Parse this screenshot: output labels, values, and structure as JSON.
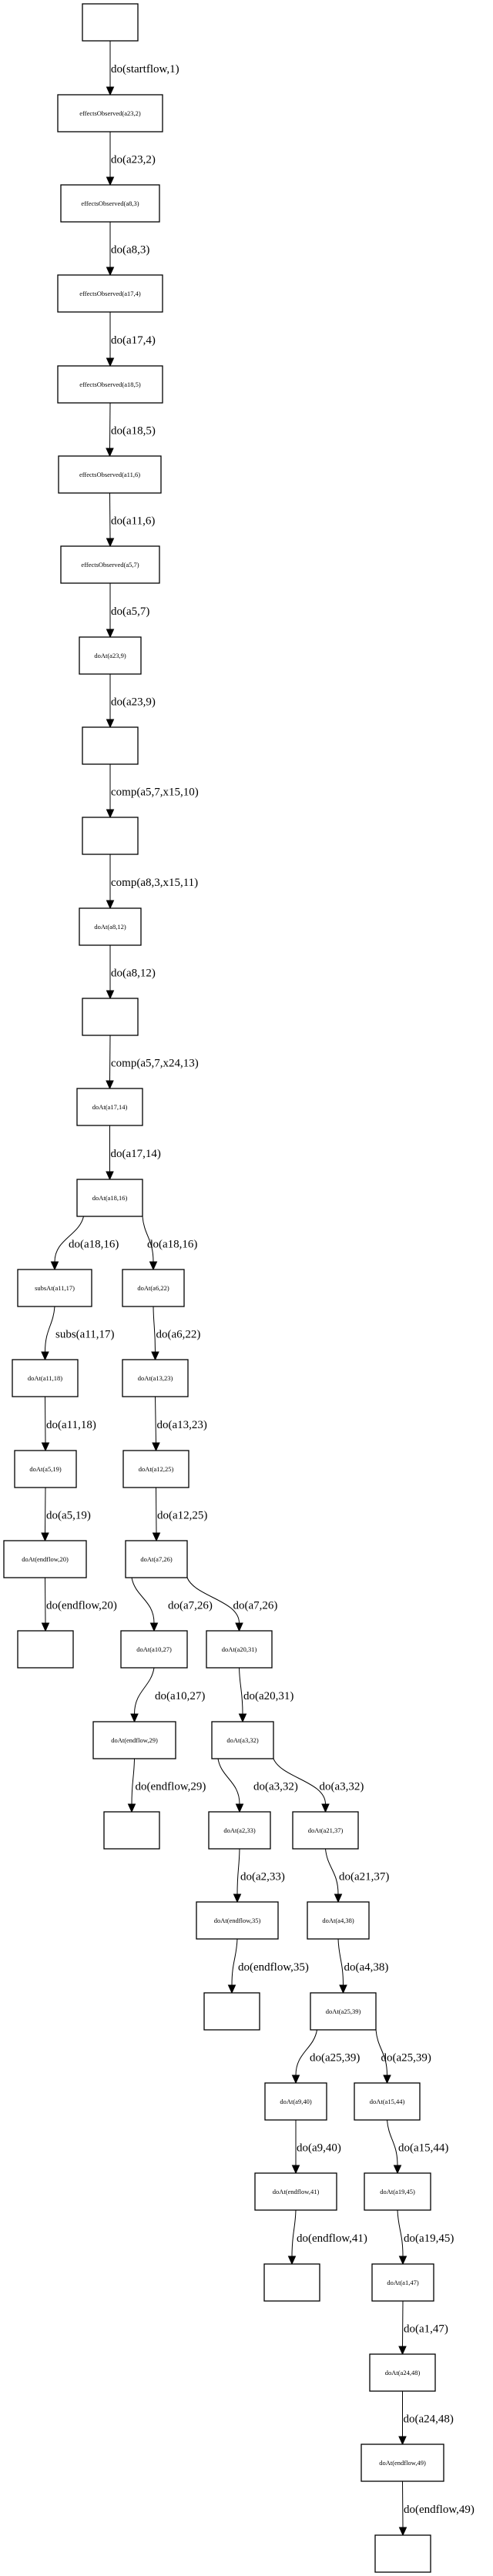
{
  "diagram": {
    "type": "directed-tree",
    "colors": {
      "stroke": "#000000",
      "fill": "#ffffff",
      "text": "#000000"
    },
    "nodes": [
      {
        "id": "n0",
        "label": ""
      },
      {
        "id": "n1",
        "label": "effectsObserved(a23,2)"
      },
      {
        "id": "n2",
        "label": "effectsObserved(a8,3)"
      },
      {
        "id": "n3",
        "label": "effectsObserved(a17,4)"
      },
      {
        "id": "n4",
        "label": "effectsObserved(a18,5)"
      },
      {
        "id": "n5",
        "label": "effectsObserved(a11,6)"
      },
      {
        "id": "n6",
        "label": "effectsObserved(a5,7)"
      },
      {
        "id": "n7",
        "label": "doAt(a23,9)"
      },
      {
        "id": "n8",
        "label": ""
      },
      {
        "id": "n9",
        "label": ""
      },
      {
        "id": "n10",
        "label": "doAt(a8,12)"
      },
      {
        "id": "n11",
        "label": ""
      },
      {
        "id": "n12",
        "label": "doAt(a17,14)"
      },
      {
        "id": "n13",
        "label": "doAt(a18,16)"
      },
      {
        "id": "n14",
        "label": "subsAt(a11,17)"
      },
      {
        "id": "n15",
        "label": "doAt(a6,22)"
      },
      {
        "id": "n16",
        "label": "doAt(a11,18)"
      },
      {
        "id": "n17",
        "label": "doAt(a13,23)"
      },
      {
        "id": "n18",
        "label": "doAt(a5,19)"
      },
      {
        "id": "n19",
        "label": "doAt(a12,25)"
      },
      {
        "id": "n20",
        "label": "doAt(endflow,20)"
      },
      {
        "id": "n21",
        "label": "doAt(a7,26)"
      },
      {
        "id": "n22",
        "label": ""
      },
      {
        "id": "n23",
        "label": "doAt(a10,27)"
      },
      {
        "id": "n24",
        "label": "doAt(a20,31)"
      },
      {
        "id": "n25",
        "label": "doAt(endflow,29)"
      },
      {
        "id": "n26",
        "label": "doAt(a3,32)"
      },
      {
        "id": "n27",
        "label": ""
      },
      {
        "id": "n28",
        "label": "doAt(a2,33)"
      },
      {
        "id": "n29",
        "label": "doAt(a21,37)"
      },
      {
        "id": "n30",
        "label": "doAt(endflow,35)"
      },
      {
        "id": "n31",
        "label": "doAt(a4,38)"
      },
      {
        "id": "n32",
        "label": ""
      },
      {
        "id": "n33",
        "label": "doAt(a25,39)"
      },
      {
        "id": "n34",
        "label": "doAt(a9,40)"
      },
      {
        "id": "n35",
        "label": "doAt(a15,44)"
      },
      {
        "id": "n36",
        "label": "doAt(endflow,41)"
      },
      {
        "id": "n37",
        "label": "doAt(a19,45)"
      },
      {
        "id": "n38",
        "label": ""
      },
      {
        "id": "n39",
        "label": "doAt(a1,47)"
      },
      {
        "id": "n40",
        "label": "doAt(a24,48)"
      },
      {
        "id": "n41",
        "label": "doAt(endflow,49)"
      },
      {
        "id": "n42",
        "label": ""
      }
    ],
    "edges": [
      {
        "from": "n0",
        "to": "n1",
        "label": "do(startflow,1)"
      },
      {
        "from": "n1",
        "to": "n2",
        "label": "do(a23,2)"
      },
      {
        "from": "n2",
        "to": "n3",
        "label": "do(a8,3)"
      },
      {
        "from": "n3",
        "to": "n4",
        "label": "do(a17,4)"
      },
      {
        "from": "n4",
        "to": "n5",
        "label": "do(a18,5)"
      },
      {
        "from": "n5",
        "to": "n6",
        "label": "do(a11,6)"
      },
      {
        "from": "n6",
        "to": "n7",
        "label": "do(a5,7)"
      },
      {
        "from": "n7",
        "to": "n8",
        "label": "do(a23,9)"
      },
      {
        "from": "n8",
        "to": "n9",
        "label": "comp(a5,7,x15,10)"
      },
      {
        "from": "n9",
        "to": "n10",
        "label": "comp(a8,3,x15,11)"
      },
      {
        "from": "n10",
        "to": "n11",
        "label": "do(a8,12)"
      },
      {
        "from": "n11",
        "to": "n12",
        "label": "comp(a5,7,x24,13)"
      },
      {
        "from": "n12",
        "to": "n13",
        "label": "do(a17,14)"
      },
      {
        "from": "n13",
        "to": "n14",
        "label": "do(a18,16)"
      },
      {
        "from": "n13",
        "to": "n15",
        "label": "do(a18,16)"
      },
      {
        "from": "n14",
        "to": "n16",
        "label": "subs(a11,17)"
      },
      {
        "from": "n15",
        "to": "n17",
        "label": "do(a6,22)"
      },
      {
        "from": "n16",
        "to": "n18",
        "label": "do(a11,18)"
      },
      {
        "from": "n17",
        "to": "n19",
        "label": "do(a13,23)"
      },
      {
        "from": "n18",
        "to": "n20",
        "label": "do(a5,19)"
      },
      {
        "from": "n19",
        "to": "n21",
        "label": "do(a12,25)"
      },
      {
        "from": "n20",
        "to": "n22",
        "label": "do(endflow,20)"
      },
      {
        "from": "n21",
        "to": "n23",
        "label": "do(a7,26)"
      },
      {
        "from": "n21",
        "to": "n24",
        "label": "do(a7,26)"
      },
      {
        "from": "n23",
        "to": "n25",
        "label": "do(a10,27)"
      },
      {
        "from": "n24",
        "to": "n26",
        "label": "do(a20,31)"
      },
      {
        "from": "n25",
        "to": "n27",
        "label": "do(endflow,29)"
      },
      {
        "from": "n26",
        "to": "n28",
        "label": "do(a3,32)"
      },
      {
        "from": "n26",
        "to": "n29",
        "label": "do(a3,32)"
      },
      {
        "from": "n28",
        "to": "n30",
        "label": "do(a2,33)"
      },
      {
        "from": "n29",
        "to": "n31",
        "label": "do(a21,37)"
      },
      {
        "from": "n30",
        "to": "n32",
        "label": "do(endflow,35)"
      },
      {
        "from": "n31",
        "to": "n33",
        "label": "do(a4,38)"
      },
      {
        "from": "n33",
        "to": "n34",
        "label": "do(a25,39)"
      },
      {
        "from": "n33",
        "to": "n35",
        "label": "do(a25,39)"
      },
      {
        "from": "n34",
        "to": "n36",
        "label": "do(a9,40)"
      },
      {
        "from": "n35",
        "to": "n37",
        "label": "do(a15,44)"
      },
      {
        "from": "n36",
        "to": "n38",
        "label": "do(endflow,41)"
      },
      {
        "from": "n37",
        "to": "n39",
        "label": "do(a19,45)"
      },
      {
        "from": "n39",
        "to": "n40",
        "label": "do(a1,47)"
      },
      {
        "from": "n40",
        "to": "n41",
        "label": "do(a24,48)"
      },
      {
        "from": "n41",
        "to": "n42",
        "label": "do(endflow,49)"
      }
    ]
  }
}
